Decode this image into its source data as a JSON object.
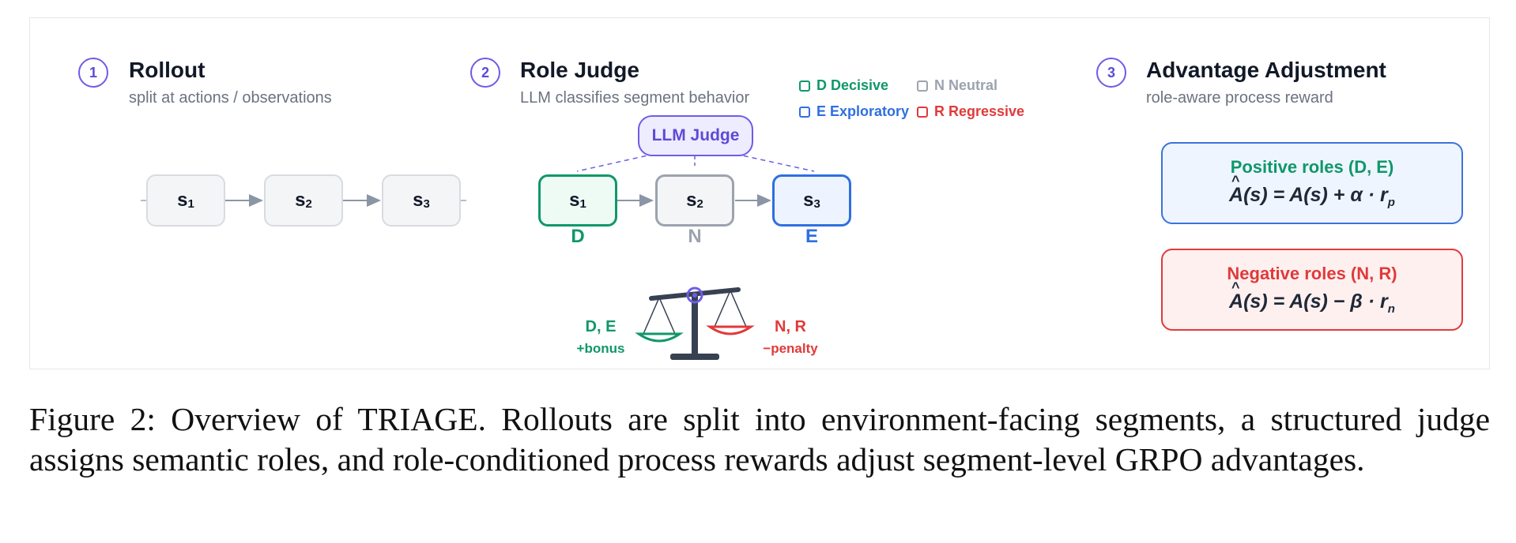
{
  "sections": [
    {
      "number": "1",
      "title": "Rollout",
      "subtitle": "split at actions / observations"
    },
    {
      "number": "2",
      "title": "Role Judge",
      "subtitle": "LLM classifies segment behavior"
    },
    {
      "number": "3",
      "title": "Advantage Adjustment",
      "subtitle": "role-aware process reward"
    }
  ],
  "segments": [
    {
      "base": "s",
      "index": "1"
    },
    {
      "base": "s",
      "index": "2"
    },
    {
      "base": "s",
      "index": "3"
    }
  ],
  "roles": [
    "D",
    "N",
    "E"
  ],
  "legend": [
    {
      "label": "D Decisive",
      "color": "#10976a"
    },
    {
      "label": "N Neutral",
      "color": "#9ca3af"
    },
    {
      "label": "E Exploratory",
      "color": "#2f6fe0"
    },
    {
      "label": "R Regressive",
      "color": "#e03a3a"
    }
  ],
  "judge_label": "LLM Judge",
  "scale": {
    "left_roles": "D, E",
    "left_effect": "+bonus",
    "right_roles": "N, R",
    "right_effect": "−penalty"
  },
  "advantage": {
    "positive": {
      "title": "Positive roles (D, E)",
      "lhs": "A",
      "mid": "(s) = A(s) + α · r",
      "sub": "p"
    },
    "negative": {
      "title": "Negative roles (N, R)",
      "lhs": "A",
      "mid": "(s) = A(s) − β · r",
      "sub": "n"
    }
  },
  "caption": "Figure 2: Overview of TRIAGE. Rollouts are split into environment-facing segments, a structured judge assigns semantic roles, and role-conditioned process rewards adjust segment-level GRPO advantages.",
  "colors": {
    "accent": "#6d5ce8",
    "decisive": "#10976a",
    "neutral": "#9ca3af",
    "exploratory": "#2f6fe0",
    "regressive": "#e03a3a"
  }
}
